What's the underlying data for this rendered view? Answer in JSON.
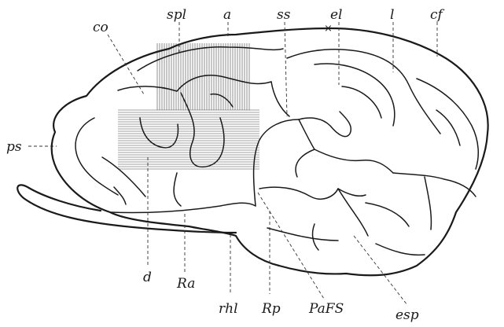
{
  "figure": {
    "labels": {
      "co": "co",
      "spl": "spl",
      "a": "a",
      "ss": "ss",
      "el": "el",
      "l": "l",
      "cf": "cf",
      "ps": "ps",
      "d": "d",
      "Ra": "Ra",
      "rhl": "rhl",
      "Rp": "Rp",
      "PaFS": "PaFS",
      "esp": "esp"
    },
    "colors": {
      "ink": "#1a1a1a",
      "paper": "#ffffff"
    }
  }
}
